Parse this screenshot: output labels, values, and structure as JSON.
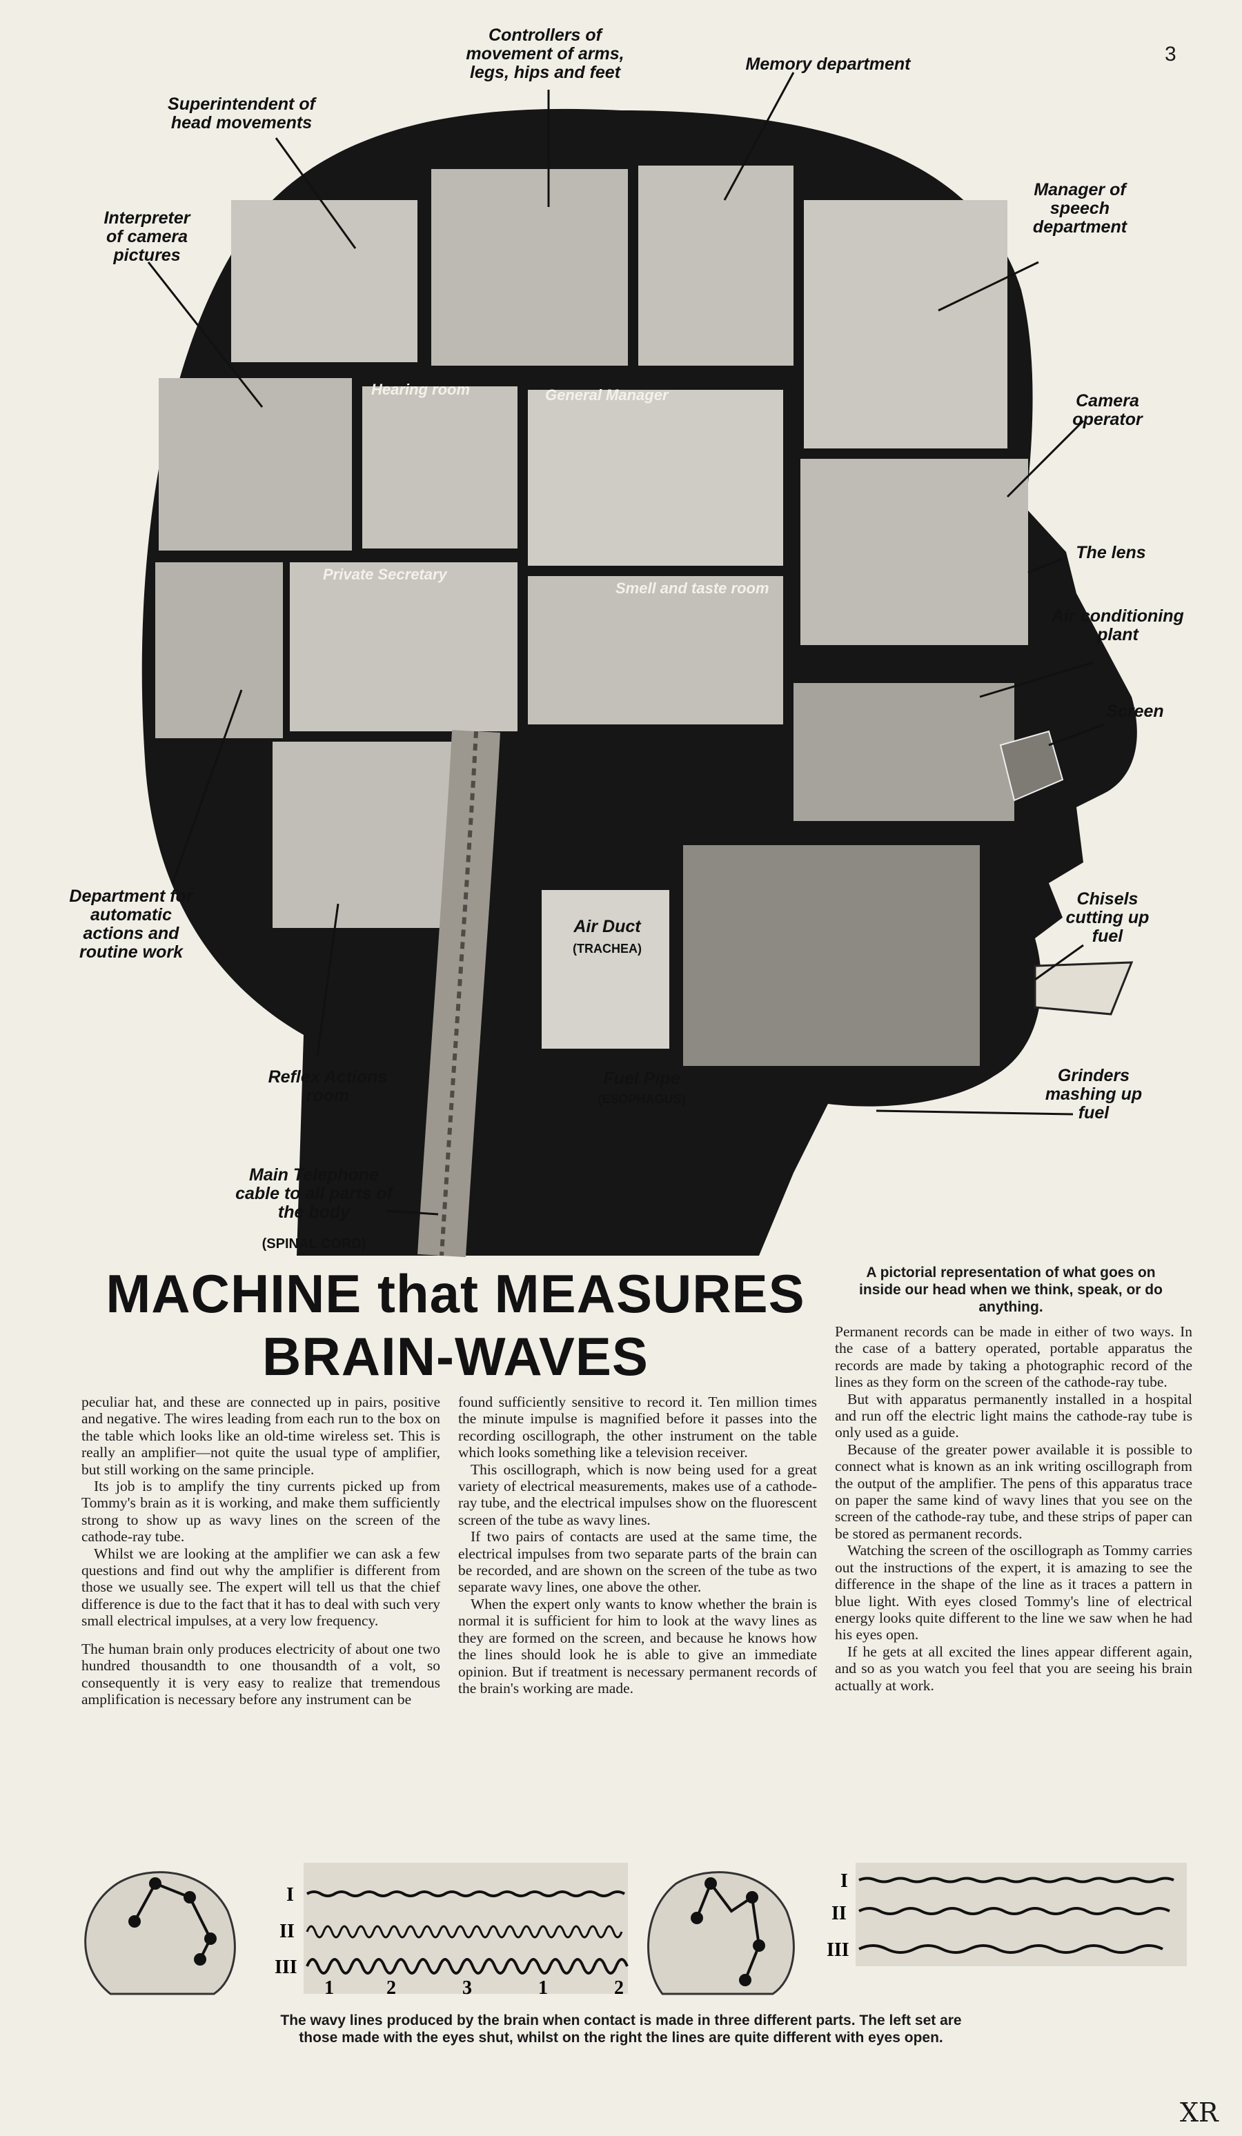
{
  "page": {
    "number": "3",
    "corner_mark": "XR"
  },
  "callouts": {
    "superintendent": "Superintendent of head movements",
    "controllers": "Controllers of movement of arms, legs, hips and feet",
    "memory": "Memory department",
    "interpreter": "Interpreter of camera pictures",
    "speech": "Manager of speech department",
    "camera_operator": "Camera operator",
    "lens": "The lens",
    "air_conditioning": "Air conditioning plant",
    "screen": "Screen",
    "chisels": "Chisels cutting up fuel",
    "grinders": "Grinders mashing up fuel",
    "automatic": "Department for automatic actions and routine work",
    "reflex": "Reflex Actions room",
    "telephone": "Main Telephone cable to all parts of the body",
    "spinal": "(SPINAL CORD)",
    "air_duct": "Air Duct",
    "trachea": "(TRACHEA)",
    "fuel_pipe": "Fuel Pipe",
    "esophagus": "(ESOPHAGUS)"
  },
  "rooms": {
    "hearing": "Hearing room",
    "general_manager": "General Manager",
    "private_secretary": "Private Secretary",
    "smell_taste": "Smell and taste room"
  },
  "headline": {
    "line1": "MACHINE that MEASURES",
    "line2": "BRAIN-WAVES"
  },
  "top_caption": "A pictorial representation of what goes on inside our head when we think, speak, or do anything.",
  "article": {
    "col1": [
      "peculiar hat, and these are connected up in pairs, positive and negative. The wires leading from each run to the box on the table which looks like an old-time wireless set. This is really an amplifier—not quite the usual type of amplifier, but still working on the same principle.",
      "Its job is to amplify the tiny currents picked up from Tommy's brain as it is working, and make them sufficiently strong to show up as wavy lines on the screen of the cathode-ray tube.",
      "Whilst we are looking at the amplifier we can ask a few questions and find out why the amplifier is different from those we usually see. The expert will tell us that the chief difference is due to the fact that it has to deal with such very small electrical impulses, at a very low frequency.",
      "The human brain only produces electricity of about one two hundred thousandth to one thousandth of a volt, so consequently it is very easy to realize that tremendous amplification is necessary before any instrument can be"
    ],
    "col2": [
      "found sufficiently sensitive to record it. Ten million times the minute impulse is magnified before it passes into the recording oscillograph, the other instrument on the table which looks something like a television receiver.",
      "This oscillograph, which is now being used for a great variety of electrical measurements, makes use of a cathode-ray tube, and the electrical impulses show on the fluorescent screen of the tube as wavy lines.",
      "If two pairs of contacts are used at the same time, the electrical impulses from two separate parts of the brain can be recorded, and are shown on the screen of the tube as two separate wavy lines, one above the other.",
      "When the expert only wants to know whether the brain is normal it is sufficient for him to look at the wavy lines as they are formed on the screen, and because he knows how the lines should look he is able to give an immediate opinion. But if treatment is necessary permanent records of the brain's working are made."
    ],
    "col3": [
      "Permanent records can be made in either of two ways. In the case of a battery operated, portable apparatus the records are made by taking a photographic record of the lines as they form on the screen of the cathode-ray tube.",
      "But with apparatus permanently installed in a hospital and run off the electric light mains the cathode-ray tube is only used as a guide.",
      "Because of the greater power available it is possible to connect what is known as an ink writing oscillograph from the output of the amplifier. The pens of this apparatus trace on paper the same kind of wavy lines that you see on the screen of the cathode-ray tube, and these strips of paper can be stored as permanent records.",
      "Watching the screen of the oscillograph as Tommy carries out the instructions of the expert, it is amazing to see the difference in the shape of the line as it traces a pattern in blue light. With eyes closed Tommy's line of electrical energy looks quite different to the line we saw when he had his eyes open.",
      "If he gets at all excited the lines appear different again, and so as you watch you feel that you are seeing his brain actually at work."
    ]
  },
  "figure": {
    "trace_labels": [
      "I",
      "II",
      "III"
    ],
    "numbers_left": [
      "1",
      "2",
      "3",
      "1",
      "2"
    ],
    "caption": "The wavy lines produced by the brain when contact is made in three different parts. The left set are those made with the eyes shut, whilst on the right the lines are quite different with eyes open."
  }
}
